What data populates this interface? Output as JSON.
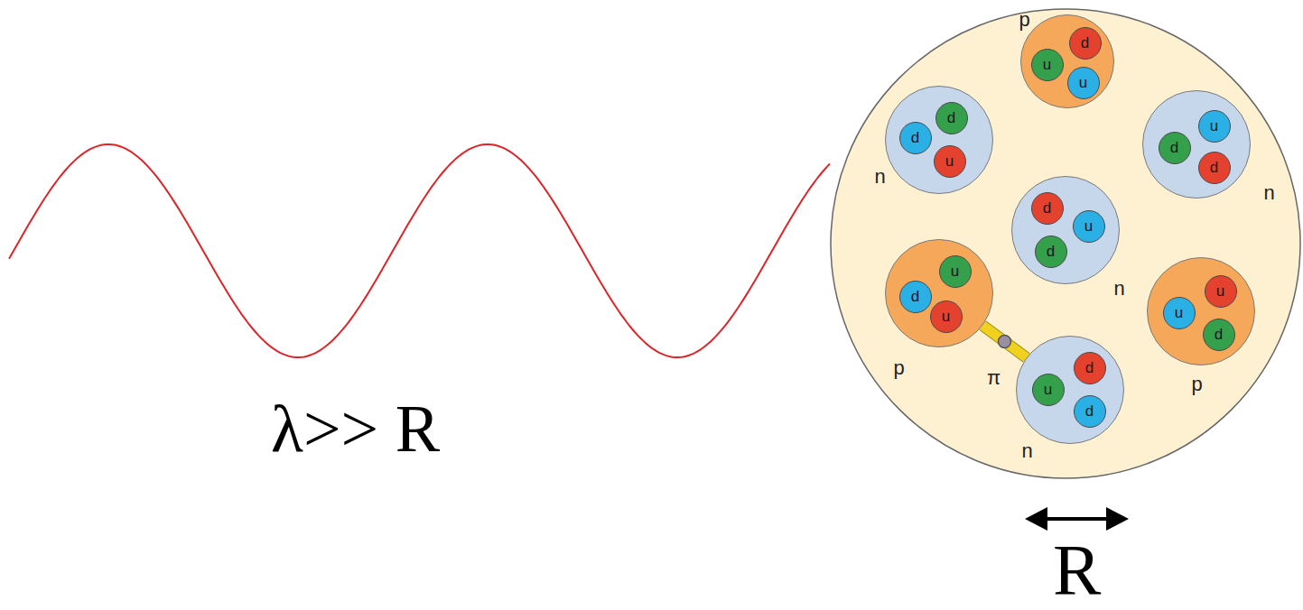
{
  "diagram": {
    "nodes": [
      {
        "text": [
          "p"
        ]
      },
      {
        "text": [
          "d"
        ],
        "in": 0
      },
      {
        "text": [
          "u"
        ],
        "in": 0
      },
      {
        "text": [
          "u"
        ],
        "in": 0
      },
      {
        "text": [
          "n"
        ]
      },
      {
        "text": [
          "d"
        ],
        "in": 4
      },
      {
        "text": [
          "d"
        ],
        "in": 4
      },
      {
        "text": [
          "u"
        ],
        "in": 4
      },
      {
        "text": [
          "n"
        ]
      },
      {
        "text": [
          "u"
        ],
        "in": 8
      },
      {
        "text": [
          "d"
        ],
        "in": 8
      },
      {
        "text": [
          "d"
        ],
        "in": 8
      },
      {
        "text": [
          "n"
        ]
      },
      {
        "text": [
          "d"
        ],
        "in": 12
      },
      {
        "text": [
          "u"
        ],
        "in": 12
      },
      {
        "text": [
          "d"
        ],
        "in": 12
      },
      {
        "text": [
          "p"
        ]
      },
      {
        "text": [
          "u"
        ],
        "in": 16
      },
      {
        "text": [
          "d"
        ],
        "in": 16
      },
      {
        "text": [
          "u"
        ],
        "in": 16
      },
      {
        "text": [
          "p"
        ]
      },
      {
        "text": [
          "u"
        ],
        "in": 20
      },
      {
        "text": [
          "u"
        ],
        "in": 20
      },
      {
        "text": [
          "d"
        ],
        "in": 20
      },
      {
        "text": [
          "n"
        ]
      },
      {
        "text": [
          "d"
        ],
        "in": 24
      },
      {
        "text": [
          "u"
        ],
        "in": 24
      },
      {
        "text": [
          "d"
        ],
        "in": 24
      }
    ],
    "edges": [
      {
        "from": 16,
        "to": 24,
        "label": "π",
        "arrow": "none"
      }
    ],
    "labels": [
      "λ>> R",
      "R"
    ]
  }
}
